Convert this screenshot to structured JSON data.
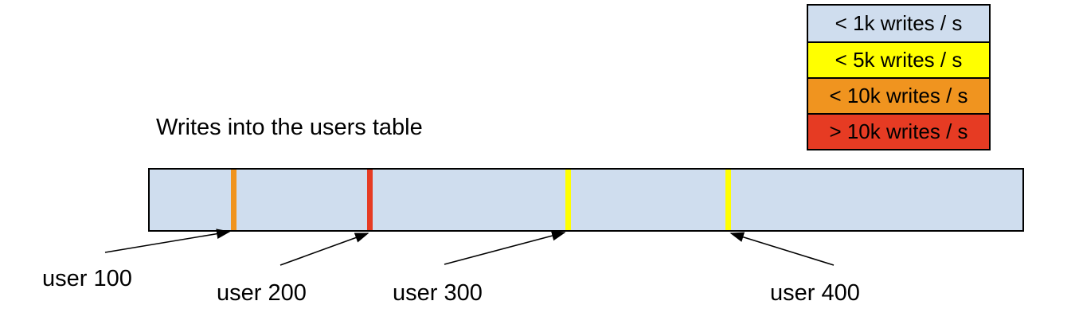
{
  "title": "Writes into the users table",
  "colors": {
    "bar_fill": "#cfddee",
    "border": "#000000",
    "arrow": "#000000",
    "light_blue": "#cfddee",
    "yellow": "#ffff00",
    "orange": "#f0941f",
    "red": "#e63b23"
  },
  "legend": {
    "items": [
      {
        "label": "< 1k writes / s",
        "color": "#cfddee"
      },
      {
        "label": "< 5k writes / s",
        "color": "#ffff00"
      },
      {
        "label": "< 10k writes / s",
        "color": "#f0941f"
      },
      {
        "label": "> 10k writes / s",
        "color": "#e63b23"
      }
    ]
  },
  "bar": {
    "description": "users table keyspace",
    "fill": "#cfddee",
    "markers": [
      {
        "user": "user 100",
        "color": "#f0941f",
        "rate_category": "< 10k writes / s"
      },
      {
        "user": "user 200",
        "color": "#e63b23",
        "rate_category": "> 10k writes / s"
      },
      {
        "user": "user 300",
        "color": "#ffff00",
        "rate_category": "< 5k writes / s"
      },
      {
        "user": "user 400",
        "color": "#ffff00",
        "rate_category": "< 5k writes / s"
      }
    ]
  }
}
